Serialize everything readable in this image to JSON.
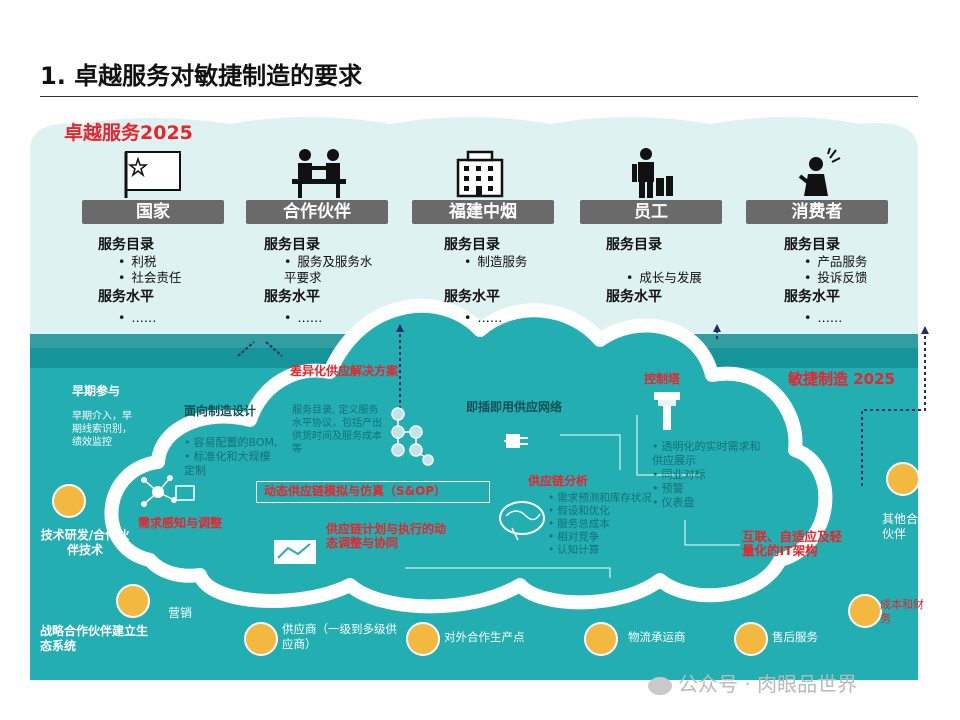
{
  "title": "1. 卓越服务对敏捷制造的要求",
  "brand_title": "卓越服务2025",
  "agile_title": "敏捷制造 2025",
  "stakeholders": [
    {
      "name": "国家",
      "icon": "flag-icon",
      "catalog_label": "服务目录",
      "catalog_items": [
        "利税",
        "社会责任"
      ],
      "level_label": "服务水平",
      "level_items": [
        "……"
      ]
    },
    {
      "name": "合作伙伴",
      "icon": "handshake-icon",
      "catalog_label": "服务目录",
      "catalog_items": [
        "服务及服务水平要求"
      ],
      "level_label": "服务水平",
      "level_items": [
        "……"
      ]
    },
    {
      "name": "福建中烟",
      "icon": "building-icon",
      "catalog_label": "服务目录",
      "catalog_items": [
        "制造服务"
      ],
      "level_label": "服务水平",
      "level_items": [
        "……"
      ]
    },
    {
      "name": "员工",
      "icon": "employee-icon",
      "catalog_label": "服务目录",
      "catalog_items": [
        "成长与发展"
      ],
      "level_label": "服务水平",
      "level_items": [
        "……"
      ]
    },
    {
      "name": "消费者",
      "icon": "consumer-icon",
      "catalog_label": "服务目录",
      "catalog_items": [
        "产品服务",
        "投诉反馈"
      ],
      "level_label": "服务水平",
      "level_items": [
        "……"
      ]
    }
  ],
  "left": {
    "early_title": "早期参与",
    "early_desc": "早期介入，早期线索识别，绩效监控",
    "tech_label": "技术研发/合作伙伴技术",
    "strategy_label": "战略合作伙伴建立生态系统",
    "marketing_label": "营销"
  },
  "cloud": {
    "design_title": "面向制造设计",
    "design_items": [
      "容易配置的BOM,",
      "标准化和大规模定制"
    ],
    "diff_title": "差异化供应解决方案",
    "diff_desc": "服务目录, 定义服务水平协议，包括产出供货时间及服务成本等",
    "plug_title": "即插即用供应网络",
    "tower_title": "控制塔",
    "tower_items": [
      "透明化的实时需求和供应展示",
      "同业对标",
      "预警",
      "仪表盘"
    ],
    "sop_title": "动态供应链模拟与仿真（S&OP）",
    "sense_title": "需求感知与调整",
    "plan_title": "供应链计划与执行的动态调整与协同",
    "analysis_title": "供应链分析",
    "analysis_items": [
      "需求预测和库存状况",
      "假设和优化",
      "服务总成本",
      "相对竞争",
      "认知计算"
    ],
    "it_title": "互联、自适应及轻量化的IT架构"
  },
  "right": {
    "other_partner": "其他合作伙伴",
    "cost_finance": "成本和财务"
  },
  "bottom": [
    {
      "label": "供应商（一级到多级供应商）",
      "icon": "gear-person-icon"
    },
    {
      "label": "对外合作生产点",
      "icon": "factory-icon"
    },
    {
      "label": "物流承运商",
      "icon": "truck-icon"
    },
    {
      "label": "售后服务",
      "icon": "service-hand-icon"
    }
  ],
  "watermark": "公众号 · 肉眼品世界",
  "colors": {
    "teal": "#23aeb2",
    "light_teal": "#dff2f2",
    "red": "#e8242c",
    "gray_label": "#6a6a6a",
    "yellow": "#f3b840",
    "navy": "#1f2e6b"
  }
}
